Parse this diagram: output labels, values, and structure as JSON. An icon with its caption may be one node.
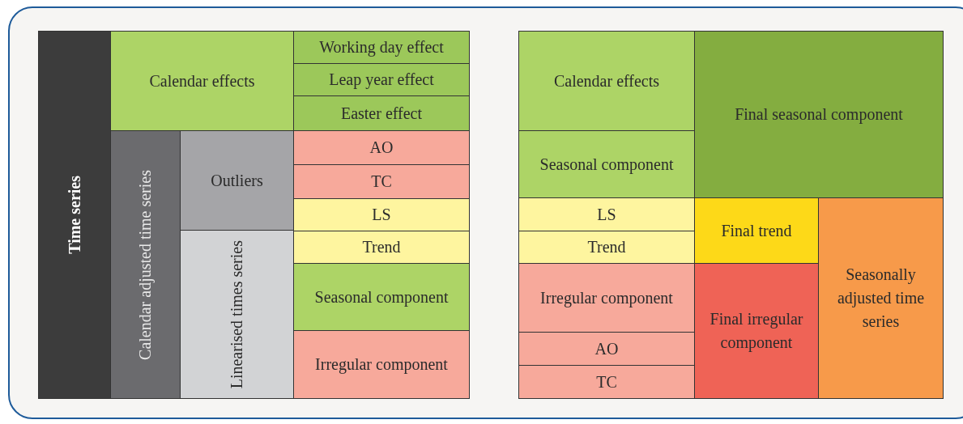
{
  "diagram": {
    "nodes": [
      {
        "text": [
          "Time series"
        ]
      },
      {
        "text": [
          "Calendar effects"
        ]
      },
      {
        "text": [
          "Working day effect"
        ]
      },
      {
        "text": [
          "Leap year effect"
        ]
      },
      {
        "text": [
          "Easter effect"
        ]
      },
      {
        "text": [
          "Calendar adjusted time series"
        ]
      },
      {
        "text": [
          "Outliers"
        ]
      },
      {
        "text": [
          "AO"
        ]
      },
      {
        "text": [
          "TC"
        ]
      },
      {
        "text": [
          "LS"
        ]
      },
      {
        "text": [
          "Linearised times series"
        ]
      },
      {
        "text": [
          "Trend"
        ]
      },
      {
        "text": [
          "Seasonal component"
        ]
      },
      {
        "text": [
          "Irregular component"
        ]
      },
      {
        "text": [
          "Calendar effects"
        ]
      },
      {
        "text": [
          "Final seasonal component"
        ]
      },
      {
        "text": [
          "Seasonal component"
        ]
      },
      {
        "text": [
          "LS"
        ]
      },
      {
        "text": [
          "Final trend"
        ]
      },
      {
        "text": [
          "Seasonally adjusted time series"
        ]
      },
      {
        "text": [
          "Trend"
        ]
      },
      {
        "text": [
          "Irregular component"
        ]
      },
      {
        "text": [
          "Final irregular component"
        ]
      },
      {
        "text": [
          "AO"
        ]
      },
      {
        "text": [
          "TC"
        ]
      }
    ]
  }
}
